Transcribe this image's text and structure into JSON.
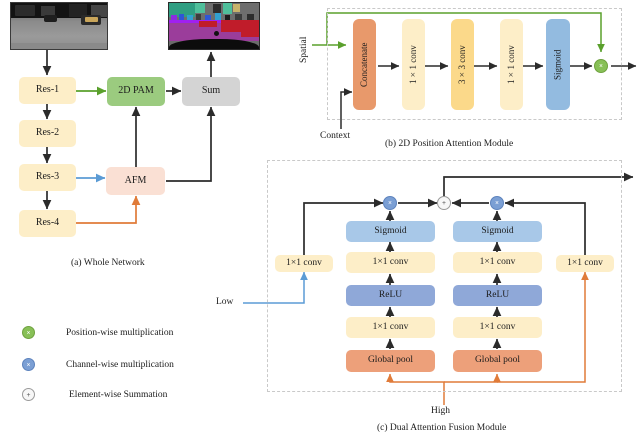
{
  "figure": {
    "panels": [
      {
        "id": "a",
        "caption": "(a) Whole Network"
      },
      {
        "id": "b",
        "caption": "(b) 2D Position Attention Module"
      },
      {
        "id": "c",
        "caption": "(c) Dual Attention Fusion Module"
      }
    ]
  },
  "panel_a": {
    "input_image_name": "night-street-rgb-input",
    "output_image_name": "semantic-segmentation-output",
    "blocks": [
      {
        "label": "Res-1",
        "color": "#fdeec8"
      },
      {
        "label": "Res-2",
        "color": "#fdeec8"
      },
      {
        "label": "Res-3",
        "color": "#fdeec8"
      },
      {
        "label": "Res-4",
        "color": "#fdeec8"
      },
      {
        "label": "2D PAM",
        "color": "#9bcb7f"
      },
      {
        "label": "Sum",
        "color": "#d4d4d4"
      },
      {
        "label": "AFM",
        "color": "#fae0d4"
      }
    ]
  },
  "panel_b": {
    "input_labels": {
      "spatial": "Spatial",
      "context": "Context"
    },
    "blocks": [
      {
        "label": "Concatenate",
        "color": "#e8996b"
      },
      {
        "label": "1×1 conv",
        "color": "#fdeec8"
      },
      {
        "label": "3×3 conv",
        "color": "#fbd98a"
      },
      {
        "label": "1×1 conv",
        "color": "#fdeec8"
      },
      {
        "label": "Sigmoid",
        "color": "#93bbe0"
      }
    ],
    "op": {
      "symbol": "×",
      "name": "position-wise-multiplication"
    }
  },
  "panel_c": {
    "input_labels": {
      "low": "Low",
      "high": "High"
    },
    "side_convs": [
      {
        "label": "1×1 conv",
        "color": "#fdeec8"
      },
      {
        "label": "1×1 conv",
        "color": "#fdeec8"
      }
    ],
    "branch_left": [
      {
        "label": "Sigmoid",
        "color": "#a8c8e8"
      },
      {
        "label": "1×1 conv",
        "color": "#fdeec8"
      },
      {
        "label": "ReLU",
        "color": "#8fa8d8"
      },
      {
        "label": "1×1 conv",
        "color": "#fdeec8"
      },
      {
        "label": "Global pool",
        "color": "#eda07a"
      }
    ],
    "branch_right": [
      {
        "label": "Sigmoid",
        "color": "#a8c8e8"
      },
      {
        "label": "1×1 conv",
        "color": "#fdeec8"
      },
      {
        "label": "ReLU",
        "color": "#8fa8d8"
      },
      {
        "label": "1×1 conv",
        "color": "#fdeec8"
      },
      {
        "label": "Global pool",
        "color": "#eda07a"
      }
    ],
    "ops": [
      {
        "symbol": "×",
        "name": "channel-wise-multiplication-left"
      },
      {
        "symbol": "+",
        "name": "element-wise-summation"
      },
      {
        "symbol": "×",
        "name": "channel-wise-multiplication-right"
      }
    ]
  },
  "legend": {
    "items": [
      {
        "symbol": "×",
        "text": "Position-wise multiplication",
        "color": "#88c057",
        "icon": "green-multiply-circle-icon"
      },
      {
        "symbol": "×",
        "text": "Channel-wise multiplication",
        "color": "#7b9fd4",
        "icon": "blue-multiply-circle-icon"
      },
      {
        "symbol": "+",
        "text": "Element-wise Summation",
        "color": "#f7f7f7",
        "icon": "grey-plus-circle-icon"
      }
    ]
  },
  "colors": {
    "arrow_black": "#2b2b2b",
    "arrow_green": "#5aa02c",
    "arrow_blue": "#5b9bd5",
    "arrow_orange": "#e07b39",
    "frame_dash": "#c9c9c9"
  }
}
